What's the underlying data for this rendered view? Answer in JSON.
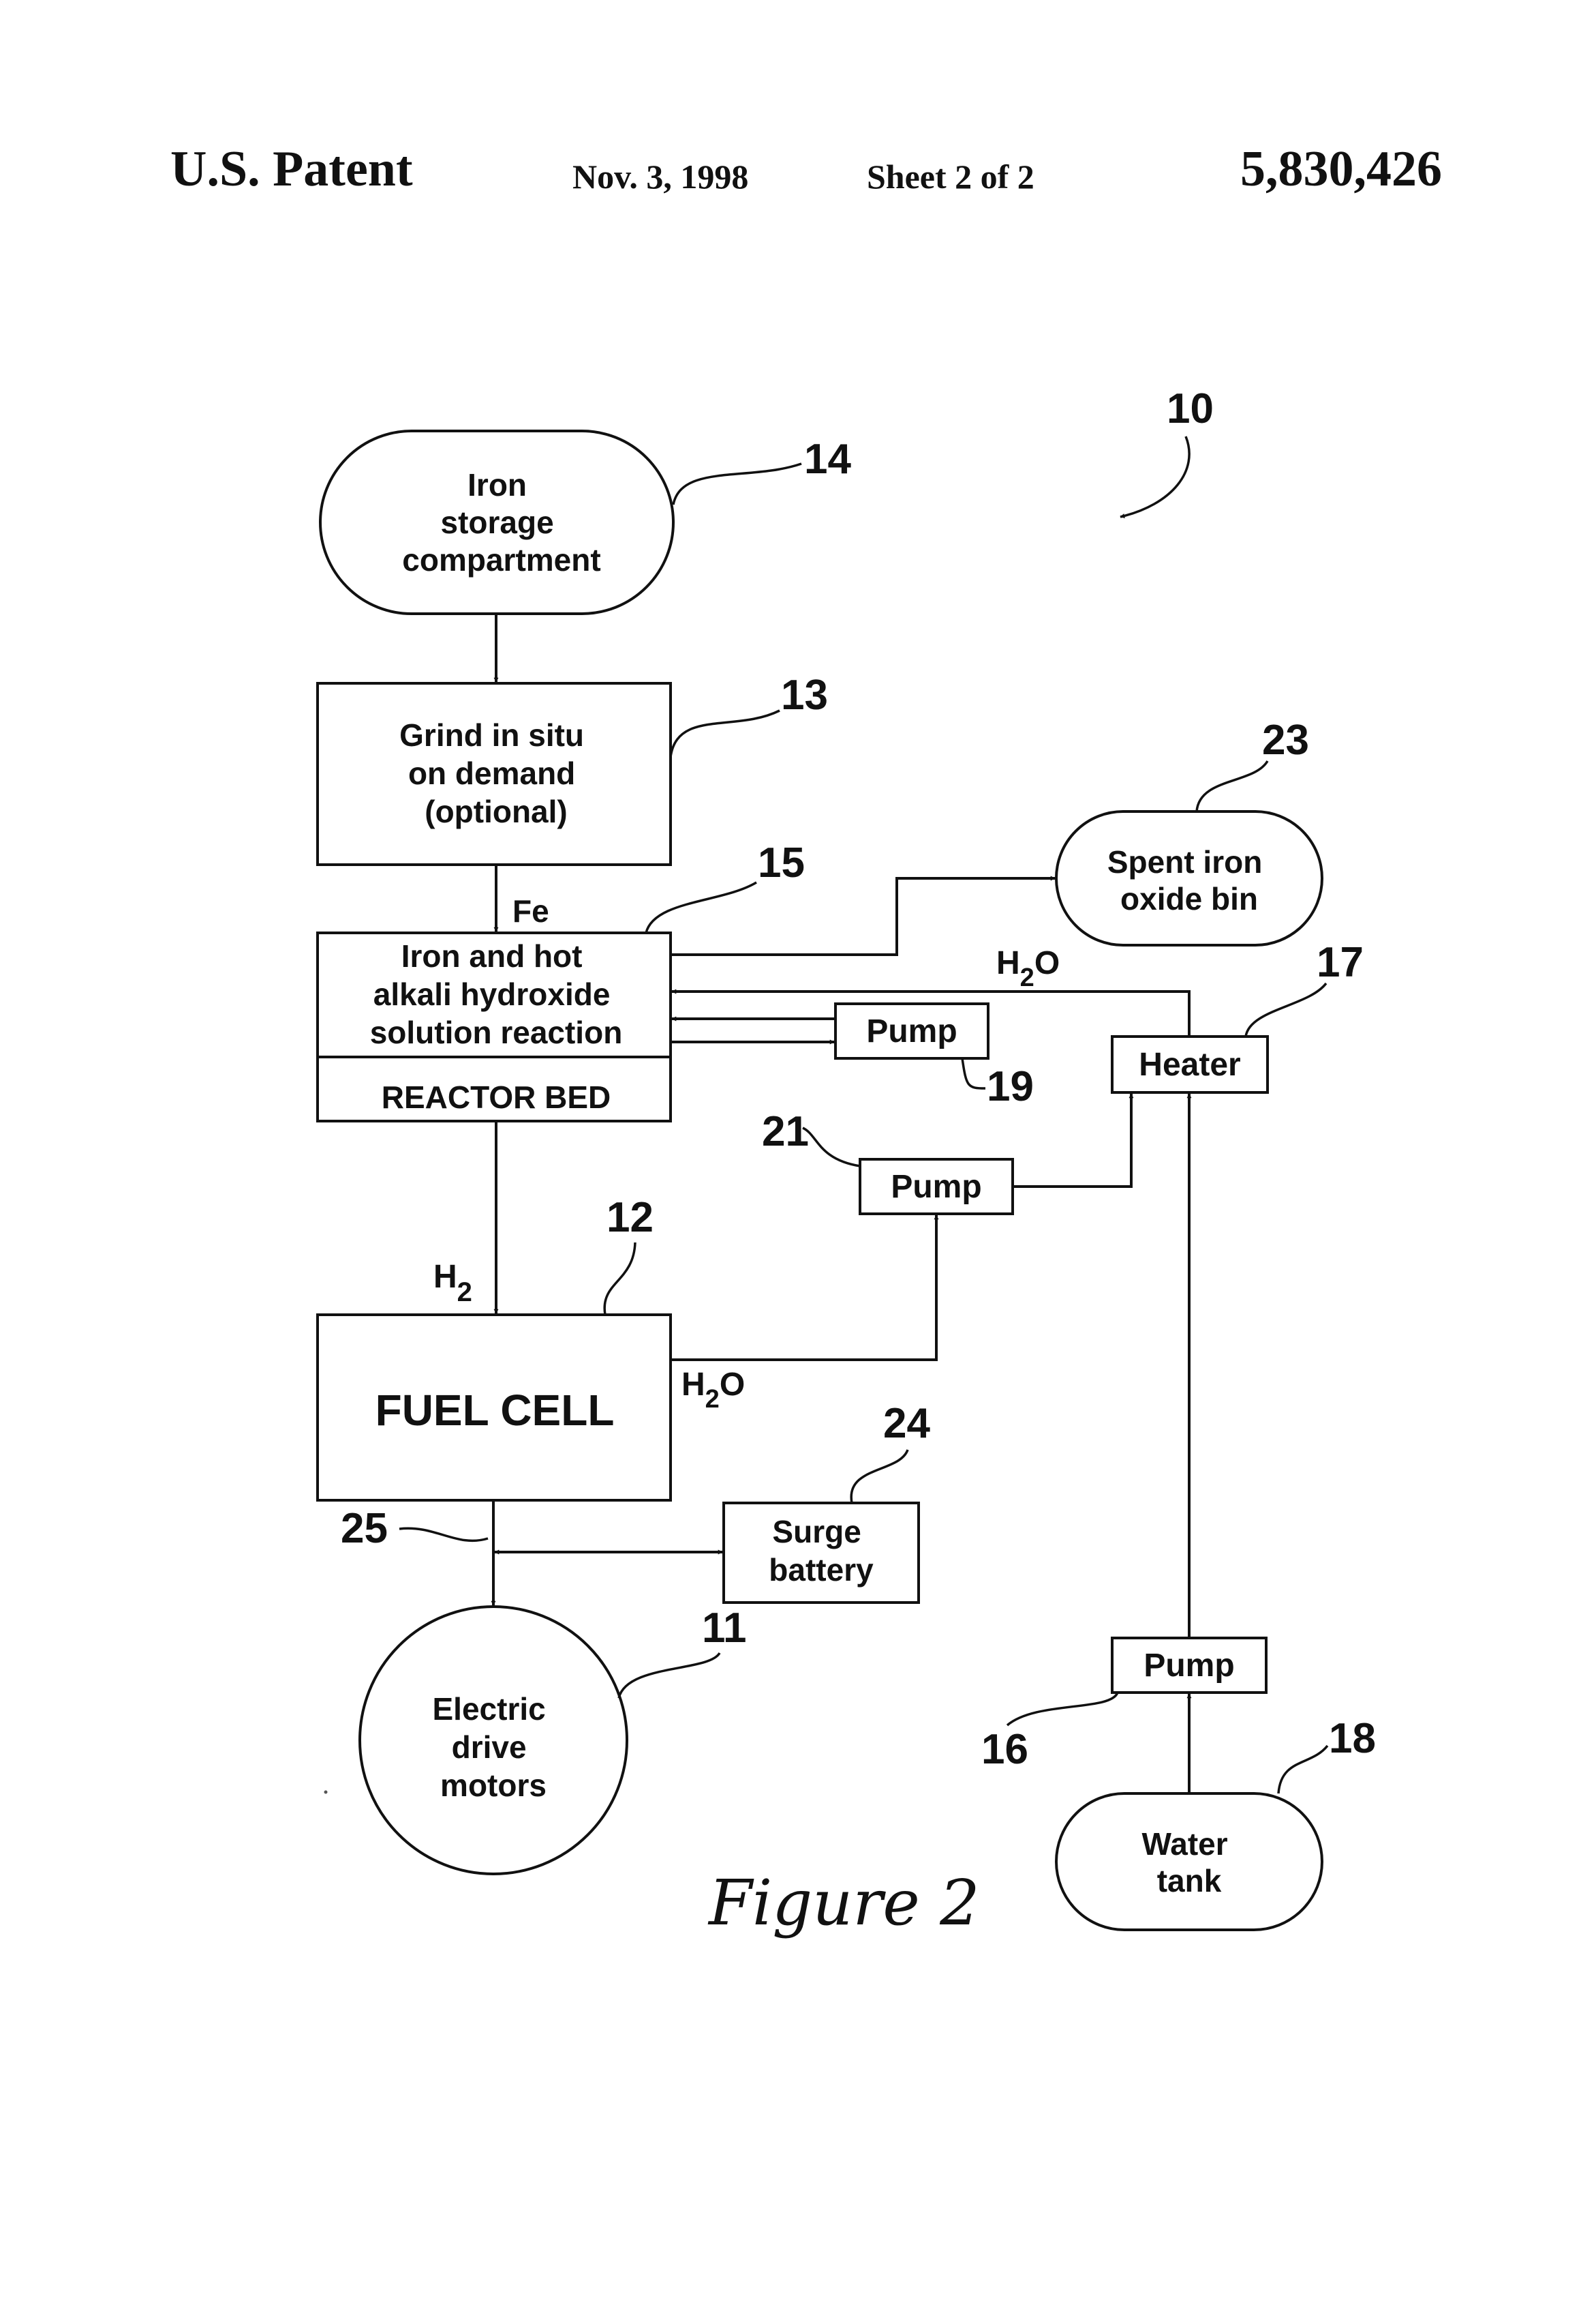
{
  "header": {
    "left": "U.S. Patent",
    "date": "Nov. 3, 1998",
    "sheet": "Sheet 2 of 2",
    "number": "5,830,426"
  },
  "diagram": {
    "nodes": {
      "iron_storage": [
        "Iron",
        "storage",
        "compartment"
      ],
      "grind": [
        "Grind in situ",
        "on demand",
        "(optional)"
      ],
      "reaction": [
        "Iron and hot",
        "alkali hydroxide",
        "solution reaction"
      ],
      "reactor_bed": "REACTOR BED",
      "spent_bin": [
        "Spent iron",
        "oxide bin"
      ],
      "pump_19": "Pump",
      "heater": "Heater",
      "pump_21": "Pump",
      "fuel_cell": "FUEL CELL",
      "surge_battery": [
        "Surge",
        "battery"
      ],
      "motors": [
        "Electric",
        "drive",
        "motors"
      ],
      "pump_16": "Pump",
      "water_tank": [
        "Water",
        "tank"
      ]
    },
    "flow_labels": {
      "fe": "Fe",
      "h2": {
        "main": "H",
        "sub": "2"
      },
      "h2o_top": {
        "main": "H",
        "sub": "2",
        "tail": "O"
      },
      "h2o_cell": {
        "main": "H",
        "sub": "2",
        "tail": "O"
      }
    },
    "refs": {
      "r10": "10",
      "r14": "14",
      "r13": "13",
      "r23": "23",
      "r15": "15",
      "r17": "17",
      "r19": "19",
      "r21": "21",
      "r12": "12",
      "r24": "24",
      "r25": "25",
      "r11": "11",
      "r16": "16",
      "r18": "18"
    },
    "figure_caption": "Figure 2"
  }
}
